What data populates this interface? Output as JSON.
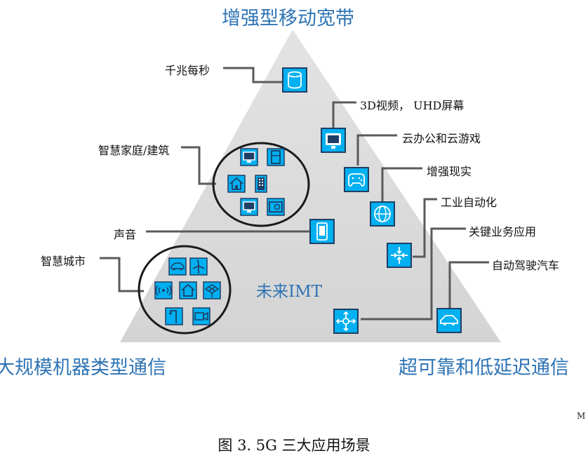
{
  "diagram": {
    "title_top": "增强型移动宽带",
    "title_left": "大规模机器类型通信",
    "title_right": "超可靠和低延迟通信",
    "center_label": "未来IMT",
    "labels": {
      "gbps": "千兆每秒",
      "video_3d": "3D视频， UHD屏幕",
      "cloud": "云办公和云游戏",
      "smart_home": "智慧家庭/建筑",
      "ar": "增强现实",
      "industry": "工业自动化",
      "voice": "声音",
      "critical": "关键业务应用",
      "smart_city": "智慧城市",
      "self_driving": "自动驾驶汽车"
    },
    "corner_marker": "M",
    "caption": "图 3.  5G 三大应用场景",
    "icons": [
      "database-icon",
      "monitor-icon",
      "gamepad-icon",
      "globe-icon",
      "arrows-in-icon",
      "tablet-icon",
      "move-arrows-icon",
      "car-icon",
      "home-icon",
      "building-icon",
      "fridge-icon",
      "washer-icon",
      "wind-turbine-icon",
      "wireless-icon",
      "streetlight-icon",
      "camera-icon",
      "solar-icon"
    ],
    "colors": {
      "triangle": "#d9d9d9",
      "icon_fill": "#00b0f0",
      "icon_border": "#1f4e79",
      "title": "#2e74b5",
      "connector": "#595959"
    }
  }
}
